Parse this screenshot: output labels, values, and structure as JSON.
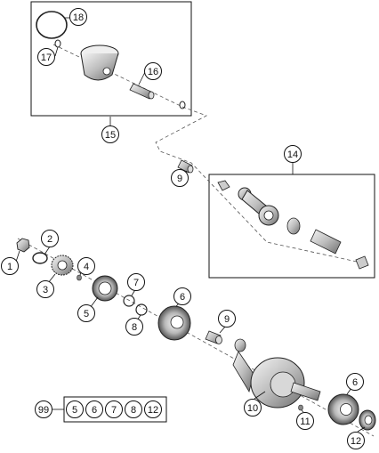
{
  "callouts": [
    {
      "id": "c1",
      "label": "1"
    },
    {
      "id": "c2",
      "label": "2"
    },
    {
      "id": "c3",
      "label": "3"
    },
    {
      "id": "c4",
      "label": "4"
    },
    {
      "id": "c5",
      "label": "5"
    },
    {
      "id": "c6a",
      "label": "6"
    },
    {
      "id": "c6b",
      "label": "6"
    },
    {
      "id": "c7",
      "label": "7"
    },
    {
      "id": "c8",
      "label": "8"
    },
    {
      "id": "c9a",
      "label": "9"
    },
    {
      "id": "c9b",
      "label": "9"
    },
    {
      "id": "c10",
      "label": "10"
    },
    {
      "id": "c11",
      "label": "11"
    },
    {
      "id": "c12",
      "label": "12"
    },
    {
      "id": "c14",
      "label": "14"
    },
    {
      "id": "c15",
      "label": "15"
    },
    {
      "id": "c16",
      "label": "16"
    },
    {
      "id": "c17",
      "label": "17"
    },
    {
      "id": "c18",
      "label": "18"
    }
  ],
  "kit": {
    "label": "99",
    "items": [
      "5",
      "6",
      "7",
      "8",
      "12"
    ]
  }
}
